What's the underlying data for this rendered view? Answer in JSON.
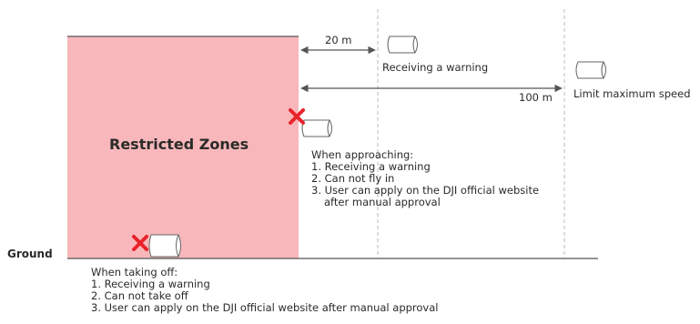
{
  "zone": {
    "title": "Restricted Zones",
    "fill_color": "#f8b8bb"
  },
  "ground_label": "Ground",
  "distances": {
    "near": "20 m",
    "far": "100 m"
  },
  "aircraft_labels": {
    "warning": "Receiving a warning",
    "limit_speed": "Limit maximum speed"
  },
  "approaching": {
    "heading": "When approaching:",
    "items": [
      "1. Receiving a warning",
      "2. Can not fly in",
      "3. User can apply on the DJI official website",
      "after manual approval"
    ]
  },
  "takeoff": {
    "heading": "When taking off:",
    "items": [
      "1. Receiving a warning",
      "2. Can not take off",
      "3. User can apply on the DJI official website after manual approval"
    ]
  },
  "colors": {
    "zone": "#f8b8bb",
    "cross": "#e8242b",
    "line": "#555555",
    "dashed": "#bbbbbb"
  },
  "icons": {
    "aircraft": "aircraft-icon",
    "blocked": "red-x-icon"
  }
}
